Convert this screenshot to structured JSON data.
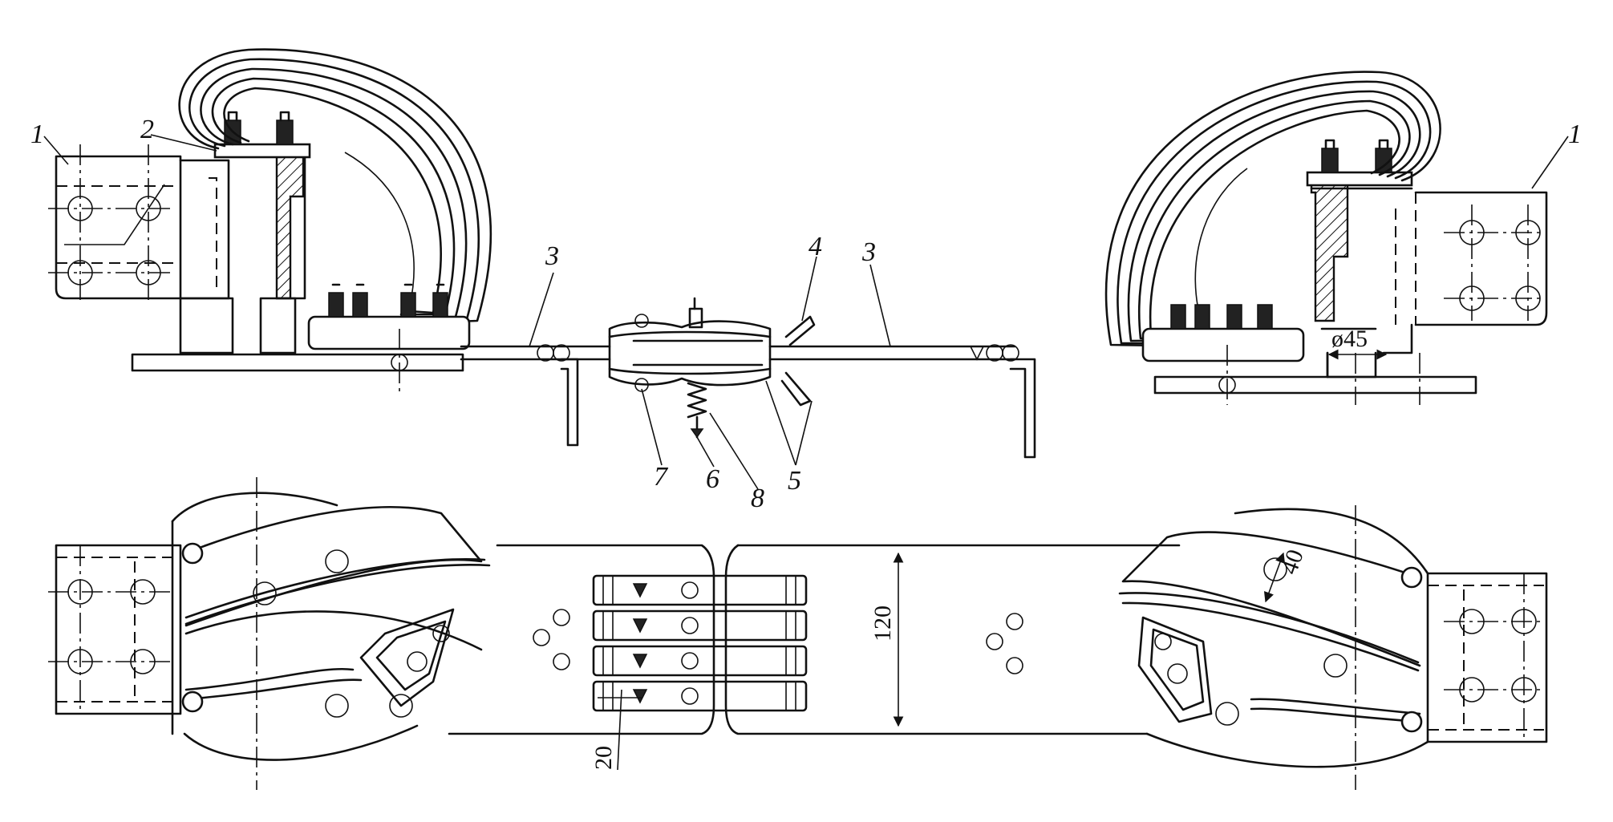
{
  "figure": {
    "labels": {
      "l1_left": "1",
      "l2": "2",
      "l3_left": "3",
      "l4": "4",
      "l3_right": "3",
      "l1_right": "1",
      "l7": "7",
      "l6": "6",
      "l8": "8",
      "l5": "5"
    },
    "dimensions": {
      "diameter": "ø45",
      "width_120": "120",
      "width_40": "40",
      "width_20": "20"
    }
  }
}
